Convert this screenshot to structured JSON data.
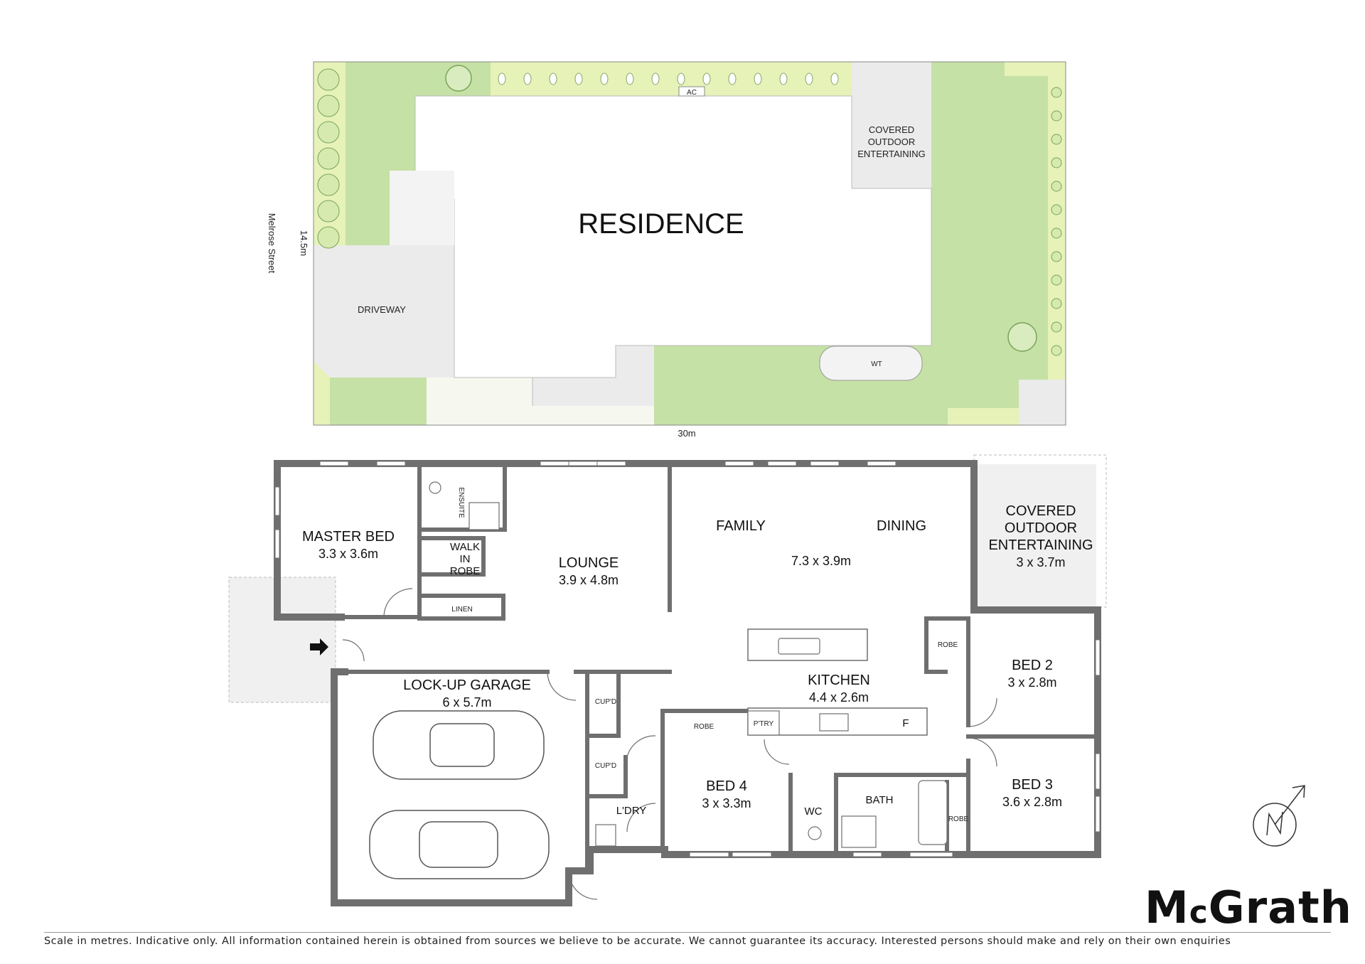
{
  "site": {
    "residence": "RESIDENCE",
    "street": "Melrose Street",
    "depth": "14.5m",
    "width": "30m",
    "driveway": "DRIVEWAY",
    "ac": "AC",
    "wt": "WT",
    "covered_line1": "COVERED",
    "covered_line2": "OUTDOOR",
    "covered_line3": "ENTERTAINING"
  },
  "rooms": {
    "master_name": "MASTER BED",
    "master_dim": "3.3 x 3.6m",
    "ensuite": "ENSUITE",
    "walkin_1": "WALK",
    "walkin_2": "IN",
    "walkin_3": "ROBE",
    "linen": "LINEN",
    "lounge_name": "LOUNGE",
    "lounge_dim": "3.9 x 4.8m",
    "family": "FAMILY",
    "dining": "DINING",
    "family_dim": "7.3 x 3.9m",
    "coe_1": "COVERED",
    "coe_2": "OUTDOOR",
    "coe_3": "ENTERTAINING",
    "coe_dim": "3 x 3.7m",
    "garage_name": "LOCK-UP GARAGE",
    "garage_dim": "6 x 5.7m",
    "cupd1": "CUP'D",
    "cupd2": "CUP'D",
    "ldry": "L'DRY",
    "kitchen_name": "KITCHEN",
    "kitchen_dim": "4.4 x 2.6m",
    "ptry": "P'TRY",
    "fridge": "F",
    "robe_bed4": "ROBE",
    "bed4_name": "BED 4",
    "bed4_dim": "3 x 3.3m",
    "wc": "WC",
    "bath": "BATH",
    "robe_bed2": "ROBE",
    "bed2_name": "BED 2",
    "bed2_dim": "3 x 2.8m",
    "robe_bed3": "ROBE",
    "bed3_name": "BED 3",
    "bed3_dim": "3.6 x 2.8m"
  },
  "brand": {
    "pre": "M",
    "small": "c",
    "post": "Grath"
  },
  "footer": "Scale in metres. Indicative only. All information contained herein is obtained from sources we believe to be accurate. We cannot guarantee its accuracy. Interested persons should make and rely on their own enquiries",
  "colors": {
    "lawn": "#c5e1a5",
    "hedge": "#e6f2b8",
    "paving": "#ebebeb",
    "wall": "#6f6f6f",
    "outdoor": "#f0f0f0"
  }
}
